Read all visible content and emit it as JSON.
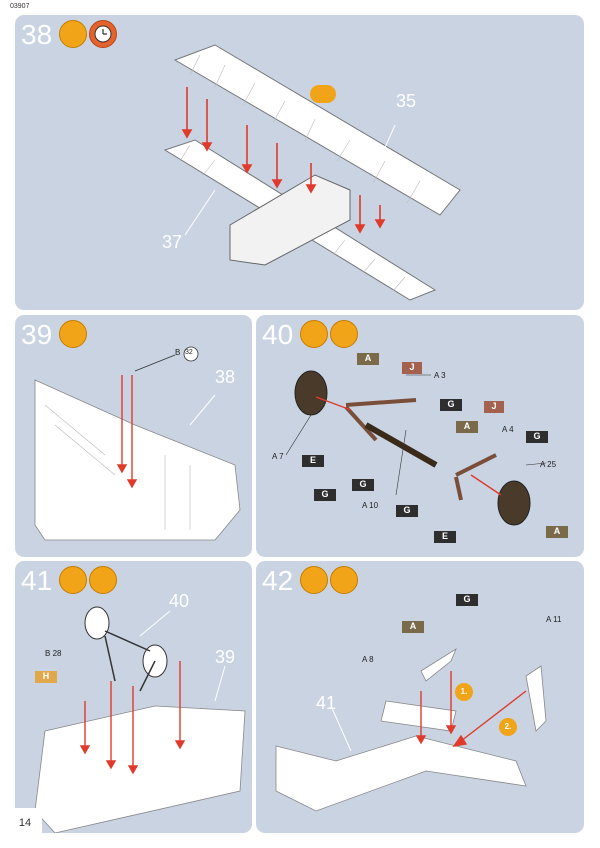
{
  "header": {
    "code": "03907"
  },
  "page_number": "14",
  "steps": [
    {
      "number": "38",
      "labels": {
        "upper_wing": "35",
        "lower_wing": "37"
      }
    },
    {
      "number": "39",
      "labels": {
        "ref": "38",
        "part_letter": "B",
        "part_num": "32"
      }
    },
    {
      "number": "40",
      "flags": [
        "A",
        "J",
        "G",
        "A",
        "J",
        "G",
        "E",
        "G",
        "G",
        "G",
        "E",
        "A"
      ],
      "parts": [
        {
          "letter": "A",
          "num": "3"
        },
        {
          "letter": "A",
          "num": "4"
        },
        {
          "letter": "A",
          "num": "7"
        },
        {
          "letter": "A",
          "num": "10"
        },
        {
          "letter": "A",
          "num": "25"
        }
      ]
    },
    {
      "number": "41",
      "labels": {
        "ref_top": "40",
        "ref_right": "39",
        "part_letter": "B",
        "part_num": "28",
        "flag": "H"
      }
    },
    {
      "number": "42",
      "labels": {
        "ref": "41",
        "flag_g": "G",
        "flag_a": "A",
        "part_a8_letter": "A",
        "part_a8_num": "8",
        "part_a11_letter": "A",
        "part_a11_num": "11",
        "seq1": "1.",
        "seq2": "2."
      }
    }
  ]
}
